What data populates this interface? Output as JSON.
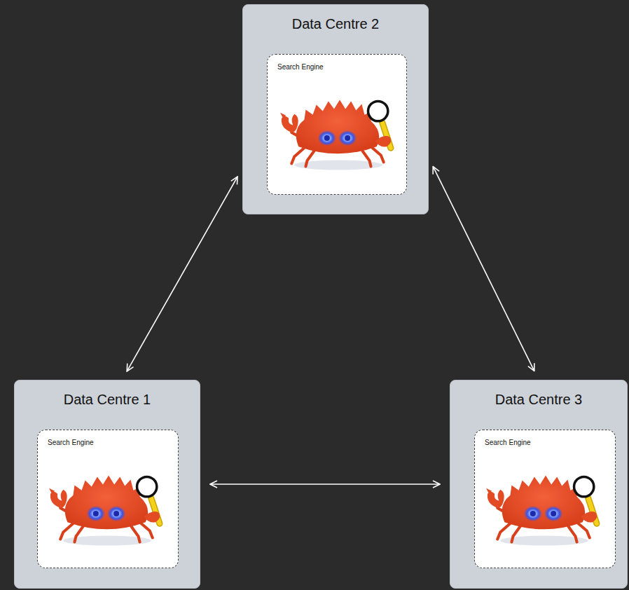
{
  "diagram": {
    "nodes": [
      {
        "text": [
          "Data Centre 2"
        ]
      },
      {
        "text": [
          "Search Engine"
        ],
        "in": 0
      },
      {
        "text": [
          "Data Centre 1"
        ]
      },
      {
        "text": [
          "Search Engine"
        ],
        "in": 2
      },
      {
        "text": [
          "Data Centre 3"
        ]
      },
      {
        "text": [
          "Search Engine"
        ],
        "in": 4
      }
    ],
    "edges": [
      {
        "from": 0,
        "to": 2,
        "arrow": "both"
      },
      {
        "from": 0,
        "to": 4,
        "arrow": "both"
      },
      {
        "from": 2,
        "to": 4,
        "arrow": "both"
      }
    ]
  }
}
